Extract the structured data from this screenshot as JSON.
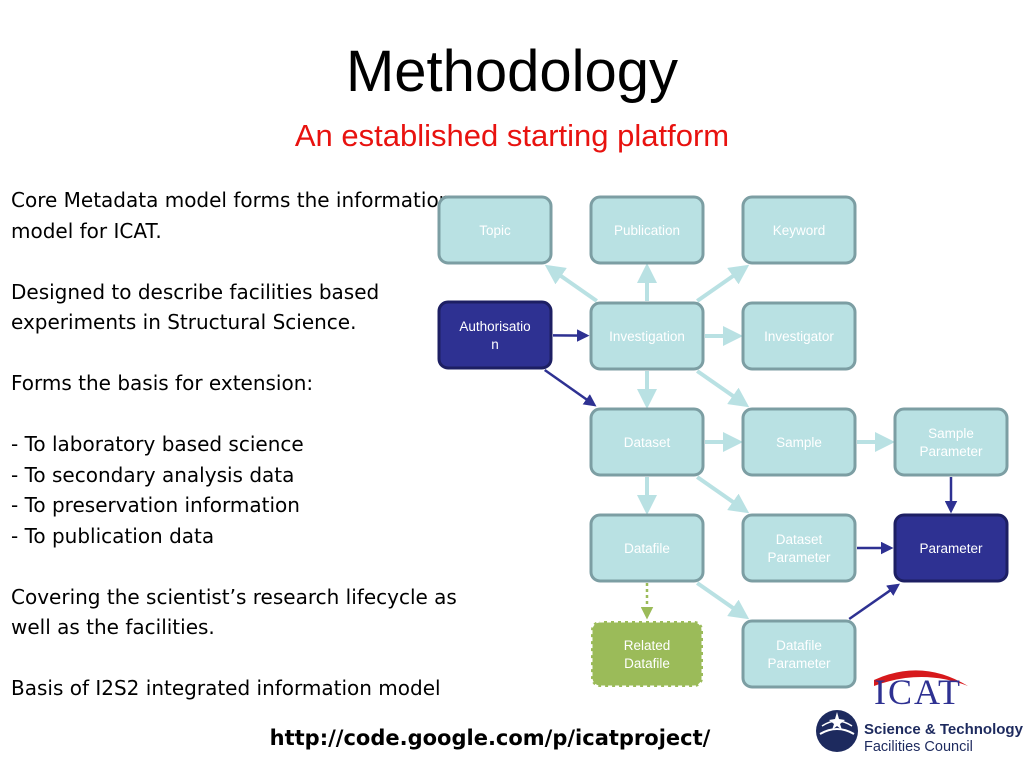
{
  "slide": {
    "title": "Methodology",
    "subtitle": "An established starting platform",
    "paragraphs": [
      "Core Metadata model forms the information model for ICAT.",
      "Designed to describe facilities based experiments in Structural Science.",
      "Forms the basis for extension:"
    ],
    "extension_items": [
      "-  To laboratory based science",
      "-  To secondary analysis data",
      "-  To preservation information",
      "-  To publication data"
    ],
    "closing_paragraphs": [
      "Covering the scientist’s research lifecycle as well as the facilities.",
      "Basis of I2S2 integrated information model"
    ],
    "url": "http://code.google.com/p/icatproject/"
  },
  "diagram": {
    "colors": {
      "light": "#b9e1e3",
      "dark": "#2e3192",
      "green": "#9bbb59",
      "connector_light": "#b9e1e3",
      "connector_dark": "#2e3192"
    },
    "nodes": {
      "topic": {
        "label": [
          "Topic"
        ],
        "style": "light"
      },
      "publication": {
        "label": [
          "Publication"
        ],
        "style": "light"
      },
      "keyword": {
        "label": [
          "Keyword"
        ],
        "style": "light"
      },
      "authorisation": {
        "label": [
          "Authorisatio",
          "n"
        ],
        "style": "dark"
      },
      "investigation": {
        "label": [
          "Investigation"
        ],
        "style": "light"
      },
      "investigator": {
        "label": [
          "Investigator"
        ],
        "style": "light"
      },
      "dataset": {
        "label": [
          "Dataset"
        ],
        "style": "light"
      },
      "sample": {
        "label": [
          "Sample"
        ],
        "style": "light"
      },
      "sample_parameter": {
        "label": [
          "Sample",
          "Parameter"
        ],
        "style": "light"
      },
      "datafile": {
        "label": [
          "Datafile"
        ],
        "style": "light"
      },
      "dataset_parameter": {
        "label": [
          "Dataset",
          "Parameter"
        ],
        "style": "light"
      },
      "parameter": {
        "label": [
          "Parameter"
        ],
        "style": "dark"
      },
      "related_datafile": {
        "label": [
          "Related",
          "Datafile"
        ],
        "style": "green"
      },
      "datafile_parameter": {
        "label": [
          "Datafile",
          "Parameter"
        ],
        "style": "light"
      }
    },
    "edges": [
      {
        "from": "investigation",
        "to": "topic",
        "style": "light"
      },
      {
        "from": "investigation",
        "to": "publication",
        "style": "light"
      },
      {
        "from": "investigation",
        "to": "keyword",
        "style": "light"
      },
      {
        "from": "investigation",
        "to": "investigator",
        "style": "light"
      },
      {
        "from": "investigation",
        "to": "sample",
        "style": "light"
      },
      {
        "from": "investigation",
        "to": "dataset",
        "style": "light"
      },
      {
        "from": "authorisation",
        "to": "investigation",
        "style": "dark"
      },
      {
        "from": "authorisation",
        "to": "dataset",
        "style": "dark"
      },
      {
        "from": "dataset",
        "to": "sample",
        "style": "light"
      },
      {
        "from": "dataset",
        "to": "datafile",
        "style": "light"
      },
      {
        "from": "dataset",
        "to": "dataset_parameter",
        "style": "light"
      },
      {
        "from": "sample",
        "to": "sample_parameter",
        "style": "light"
      },
      {
        "from": "sample_parameter",
        "to": "parameter",
        "style": "dark"
      },
      {
        "from": "dataset_parameter",
        "to": "parameter",
        "style": "dark"
      },
      {
        "from": "datafile_parameter",
        "to": "parameter",
        "style": "dark"
      },
      {
        "from": "datafile",
        "to": "datafile_parameter",
        "style": "light"
      },
      {
        "from": "datafile",
        "to": "related_datafile",
        "style": "green-dotted"
      }
    ]
  },
  "logo": {
    "icat": "ICAT",
    "org_line1": "Science & Technology",
    "org_line2": "Facilities Council",
    "icon": "stfc-globe-icon"
  }
}
